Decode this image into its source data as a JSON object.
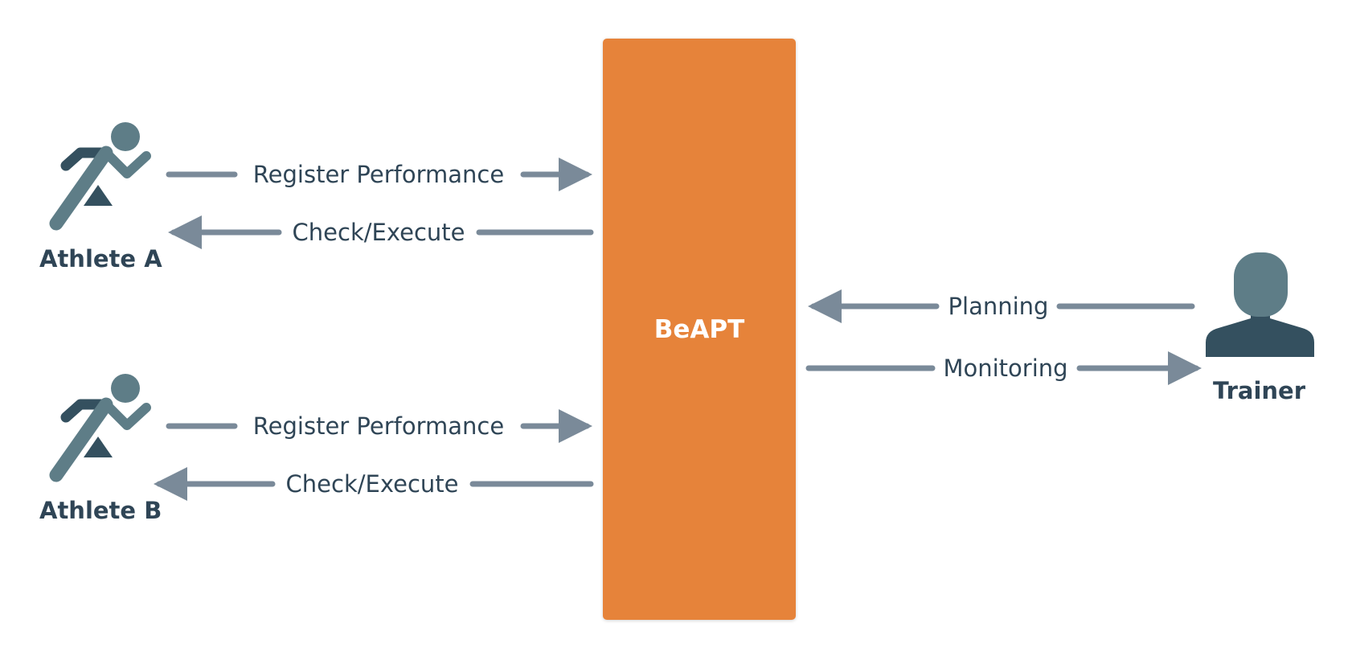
{
  "system": {
    "label": "BeAPT"
  },
  "actors": {
    "athlete_a": {
      "name": "Athlete A",
      "icon": "runner-icon"
    },
    "athlete_b": {
      "name": "Athlete B",
      "icon": "runner-icon"
    },
    "trainer": {
      "name": "Trainer",
      "icon": "person-icon"
    }
  },
  "flows": {
    "athlete_a_register": "Register Performance",
    "athlete_a_check": "Check/Execute",
    "athlete_b_register": "Register Performance",
    "athlete_b_check": "Check/Execute",
    "trainer_planning": "Planning",
    "trainer_monitoring": "Monitoring"
  },
  "colors": {
    "system_box": "#E6833A",
    "arrow": "#7A8A99",
    "text": "#2F4556",
    "icon_light": "#5E7D87",
    "icon_dark": "#34505F"
  }
}
